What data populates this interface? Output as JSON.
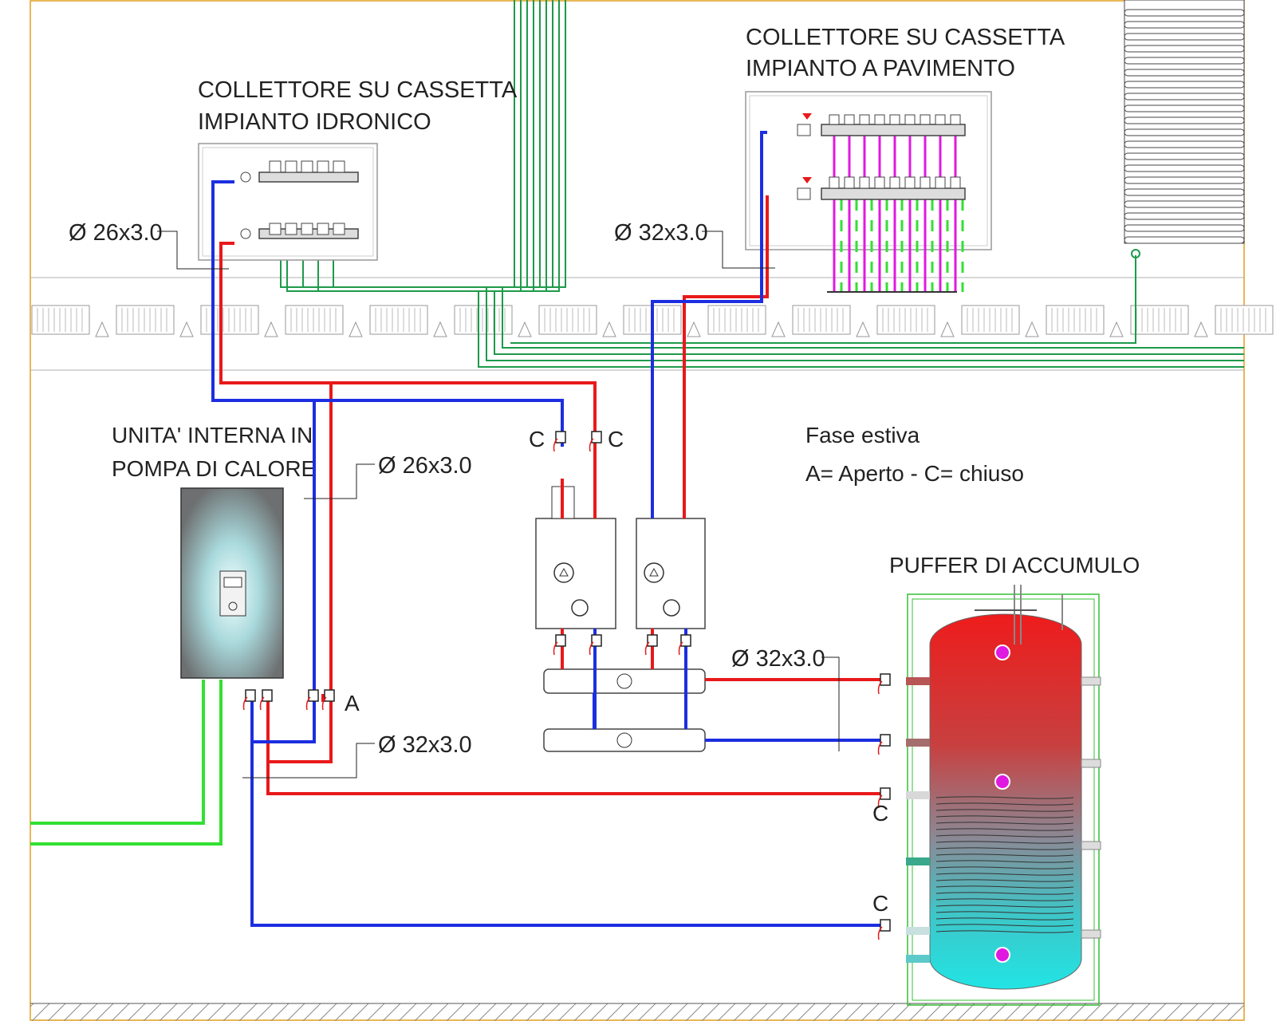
{
  "colors": {
    "hot": "#e8191b",
    "cold": "#1c2ee0",
    "green_pipe": "#1e9a4a",
    "bright_green": "#33e033",
    "magenta": "#e019e0",
    "frame": "#e0a020"
  },
  "labels": {
    "collettore_idronico": [
      "COLLETTORE SU CASSETTA",
      "IMPIANTO IDRONICO"
    ],
    "collettore_pavimento": [
      "COLLETTORE SU CASSETTA",
      "IMPIANTO A PAVIMENTO"
    ],
    "unita_interna": [
      "UNITA' INTERNA IN",
      "POMPA DI CALORE"
    ],
    "puffer": "PUFFER DI ACCUMULO",
    "fase": "Fase estiva",
    "legenda": "A= Aperto - C= chiuso"
  },
  "dimensions": {
    "d1": "Ø 26x3.0",
    "d2": "Ø 32x3.0",
    "d3": "Ø 26x3.0",
    "d4": "Ø 32x3.0",
    "d5": "Ø 32x3.0"
  },
  "valve_states": {
    "v1": "C",
    "v2": "C",
    "v3": "A",
    "v4": "C",
    "v5": "C"
  }
}
